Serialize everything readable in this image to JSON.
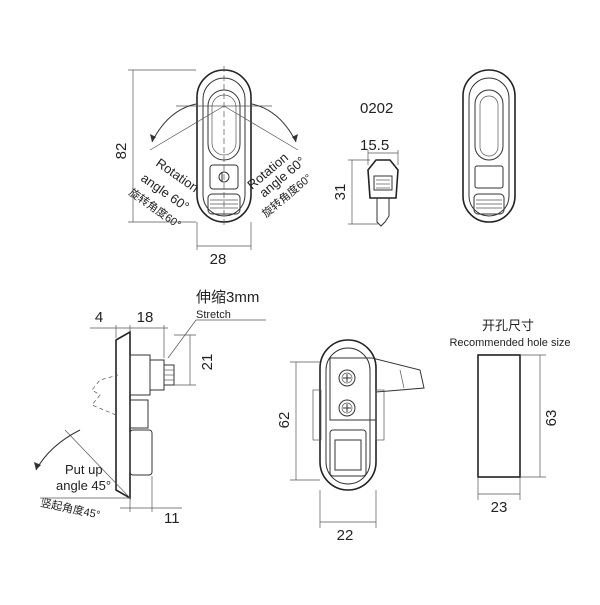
{
  "dimensions": {
    "front_height": "82",
    "front_width": "28",
    "key_model": "0202",
    "key_width": "15.5",
    "key_height": "31",
    "side_top": "4",
    "side_top2": "18",
    "side_stretch_h": "21",
    "side_bottom": "11",
    "mount_height": "62",
    "mount_width": "22",
    "hole_height": "63",
    "hole_width": "23"
  },
  "labels": {
    "rotation_left_en1": "Rotation",
    "rotation_left_en2": "angle 60°",
    "rotation_left_cn": "旋转角度60°",
    "rotation_right_en1": "Rotation",
    "rotation_right_en2": "angle 60°",
    "rotation_right_cn": "旋转角度60°",
    "stretch_cn": "伸缩3mm",
    "stretch_en": "Stretch",
    "putup_en1": "Put up",
    "putup_en2": "angle 45°",
    "putup_cn": "竖起角度45°",
    "hole_cn": "开孔尺寸",
    "hole_en": "Recommended hole size"
  }
}
